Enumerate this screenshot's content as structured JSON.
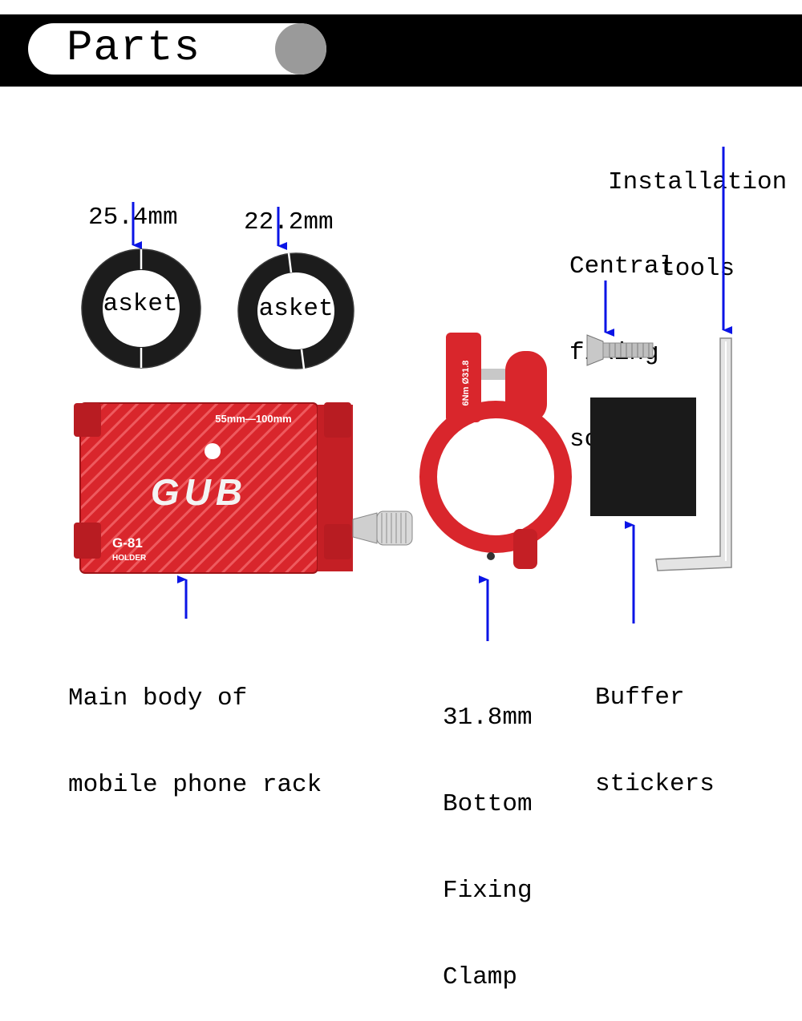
{
  "header": {
    "title": "Parts"
  },
  "labels": {
    "gasket_254": [
      "25.4mm",
      "Gasket"
    ],
    "gasket_222": [
      "22.2mm",
      "Gasket"
    ],
    "install_tools": [
      "Installation",
      "tools"
    ],
    "screw": [
      "Central",
      "fixing",
      "screw"
    ],
    "main_body": [
      "Main body of",
      "mobile phone rack"
    ],
    "clamp": [
      "31.8mm",
      "Bottom",
      "Fixing",
      "Clamp"
    ],
    "buffer": [
      "Buffer",
      "stickers"
    ]
  },
  "product_print": {
    "range": "55mm—100mm",
    "brand": "GUB",
    "model": "G-81",
    "model_sub": "HOLDER",
    "clamp_text": "6Nm Ø31.8"
  },
  "colors": {
    "arrow": "#0a14e6",
    "red": "#d9262c",
    "rubber": "#1c1c1c",
    "header": "#000000",
    "dot": "#9a9a9a"
  }
}
